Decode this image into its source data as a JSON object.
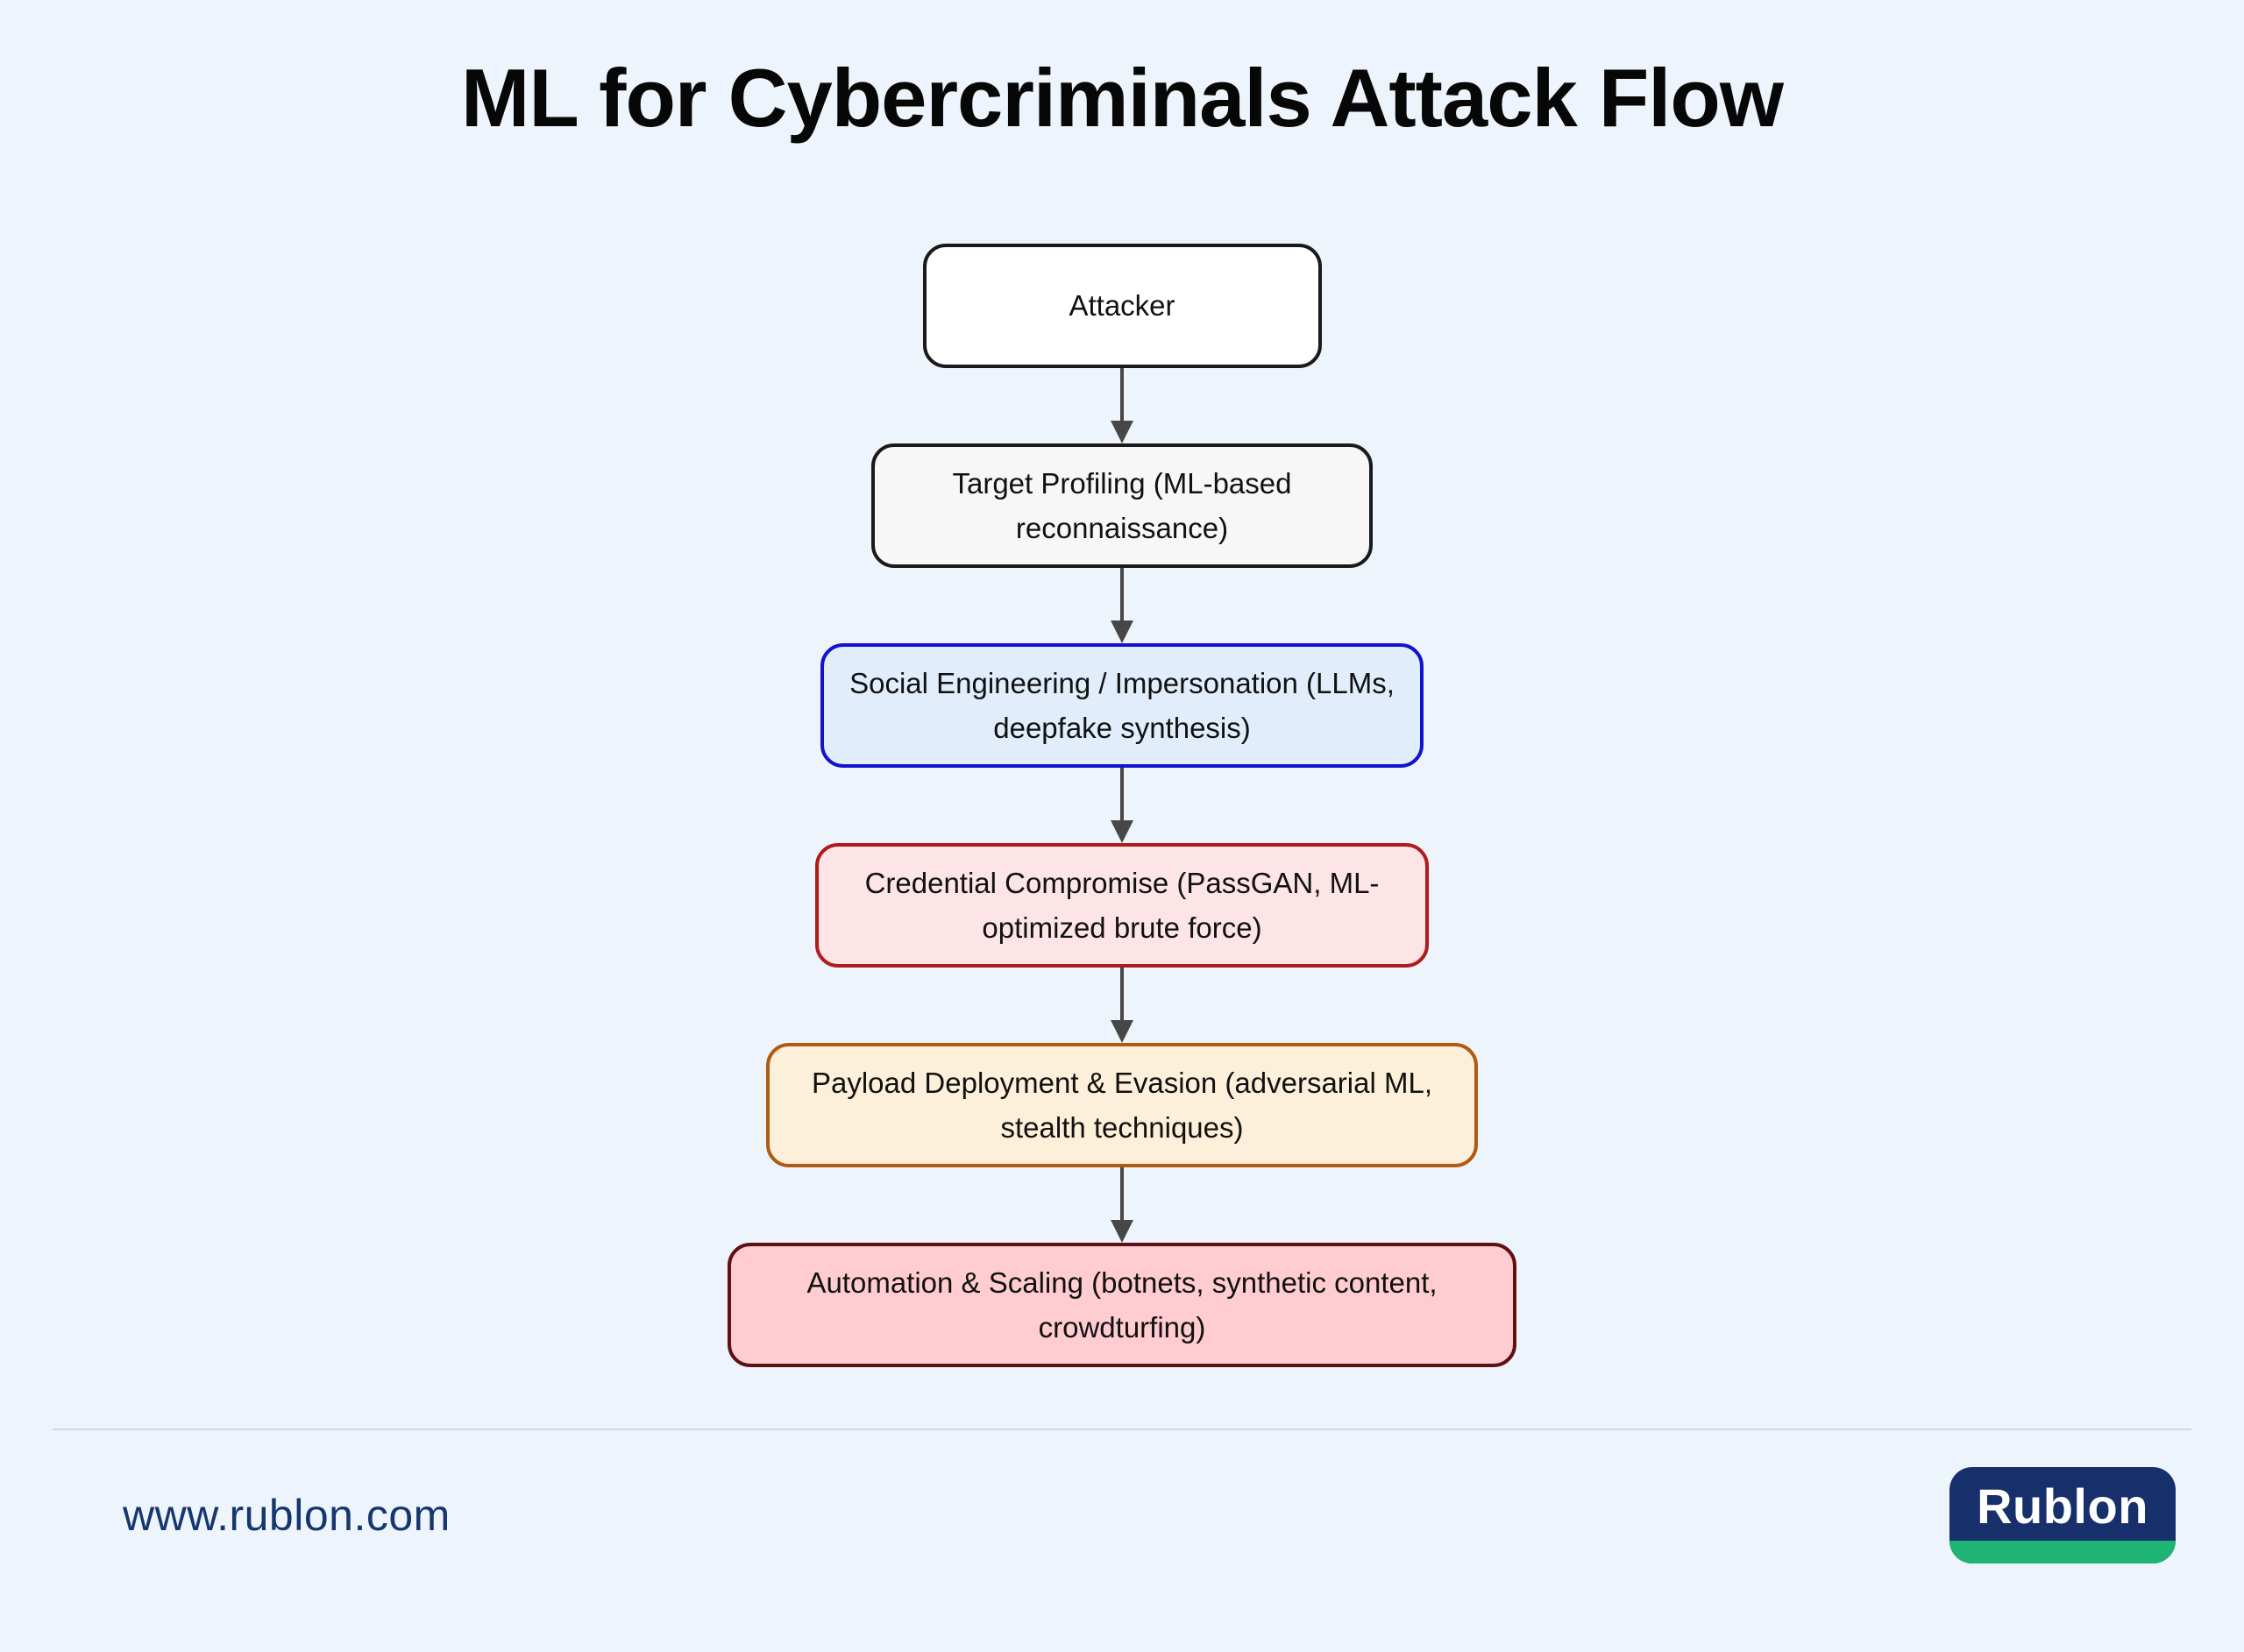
{
  "title": "ML for Cybercriminals Attack Flow",
  "flowchart": {
    "type": "flowchart-top-down",
    "arrow_color": "#474747",
    "nodes": [
      {
        "id": "attacker",
        "label": "Attacker",
        "fill": "#ffffff",
        "border": "#1a1a1a"
      },
      {
        "id": "profiling",
        "label": "Target Profiling (ML-based reconnaissance)",
        "fill": "#f7f7f7",
        "border": "#1a1a1a"
      },
      {
        "id": "social",
        "label": "Social Engineering / Impersonation (LLMs, deepfake synthesis)",
        "fill": "#e1edfb",
        "border": "#1313cd"
      },
      {
        "id": "credential",
        "label": "Credential Compromise (PassGAN, ML-optimized brute force)",
        "fill": "#fde4e6",
        "border": "#b01b1b"
      },
      {
        "id": "payload",
        "label": "Payload Deployment & Evasion (adversarial ML, stealth techniques)",
        "fill": "#fdf0da",
        "border": "#b05a12"
      },
      {
        "id": "automation",
        "label": "Automation & Scaling (botnets, synthetic content, crowdturfing)",
        "fill": "#ffccd1",
        "border": "#5f1013"
      }
    ],
    "edges": [
      [
        "attacker",
        "profiling"
      ],
      [
        "profiling",
        "social"
      ],
      [
        "social",
        "credential"
      ],
      [
        "credential",
        "payload"
      ],
      [
        "payload",
        "automation"
      ]
    ]
  },
  "footer": {
    "website": "www.rublon.com",
    "website_color": "#16376e",
    "logo_text": "Rublon",
    "logo_bg": "#17306b",
    "logo_accent": "#1fb374"
  },
  "colors": {
    "page_bg": "#edf4fc",
    "title_color": "#070707",
    "divider": "#ccd8e6"
  }
}
